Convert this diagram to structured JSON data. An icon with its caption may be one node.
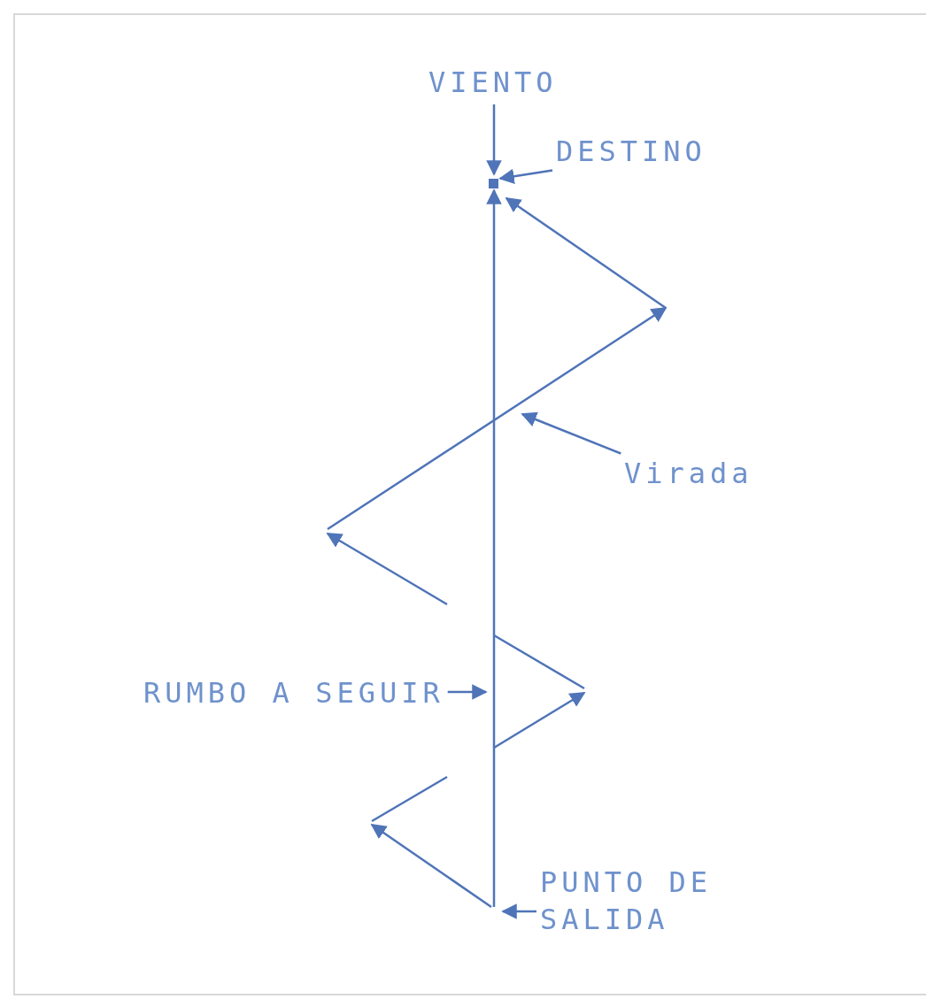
{
  "diagram": {
    "nodes": [
      {
        "text": [
          "DESTINO"
        ]
      },
      {
        "text": [],
        "shape": "box"
      },
      {
        "text": [
          "Virada"
        ]
      },
      {
        "text": [
          "RUMBO A SEGUIR"
        ]
      },
      {
        "text": [
          "PUNTO DE SALIDA"
        ]
      }
    ],
    "edges": [
      {
        "from": 0,
        "to": 1,
        "arrow": "to"
      },
      {
        "from": 2,
        "to": null,
        "arrow": "to"
      },
      {
        "from": 3,
        "to": null,
        "arrow": "to"
      },
      {
        "from": 4,
        "to": null,
        "arrow": "to"
      },
      {
        "from": null,
        "to": 1,
        "arrow": "to"
      }
    ],
    "labels": [
      "VIENTO"
    ]
  }
}
